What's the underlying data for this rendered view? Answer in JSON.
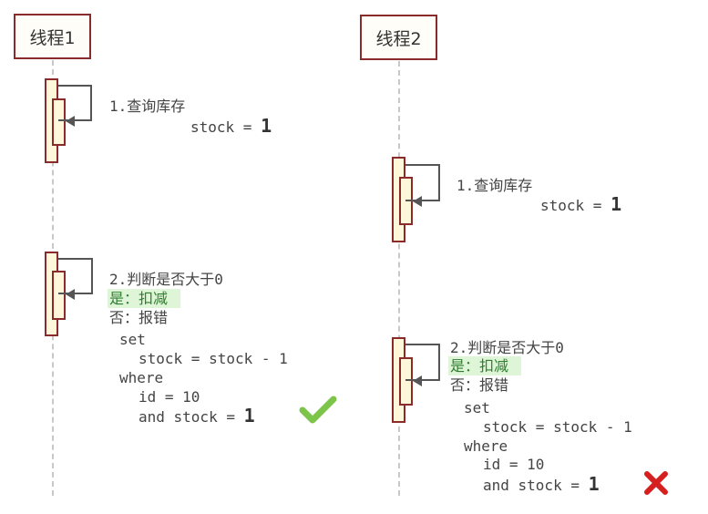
{
  "thread1": {
    "title": "线程1",
    "step1_label": "1.查询库存",
    "step1_stock": "stock = ",
    "step1_value": "1",
    "step2_label": "2.判断是否大于0",
    "step2_yes": "是：扣减",
    "step2_no": "否：报错",
    "sql_set": "set",
    "sql_stock": "stock = stock - 1",
    "sql_where": "where",
    "sql_id": "id = 10",
    "sql_and": "and stock = ",
    "sql_value": "1",
    "result_icon": "checkmark-icon",
    "result_color": "#7cc44a"
  },
  "thread2": {
    "title": "线程2",
    "step1_label": "1.查询库存",
    "step1_stock": "stock = ",
    "step1_value": "1",
    "step2_label": "2.判断是否大于0",
    "step2_yes": "是：扣减",
    "step2_no": "否：报错",
    "sql_set": "set",
    "sql_stock": "stock = stock - 1",
    "sql_where": "where",
    "sql_id": "id = 10",
    "sql_and": "and stock = ",
    "sql_value": "1",
    "result_icon": "cross-icon",
    "result_color": "#d61f1f"
  },
  "colors": {
    "border": "#8a2a2a",
    "activation_fill": "#fff7da",
    "highlight_bg": "#dff5d8",
    "highlight_text": "#2f7d2f"
  }
}
